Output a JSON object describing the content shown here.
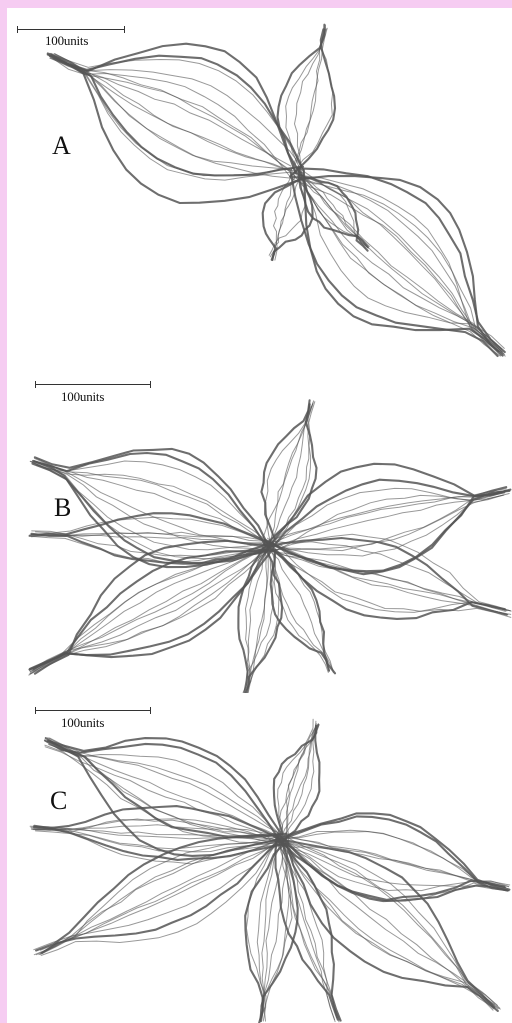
{
  "panels": [
    {
      "letter": "A",
      "scale_label": "100units"
    },
    {
      "letter": "B",
      "scale_label": "100units"
    },
    {
      "letter": "C",
      "scale_label": "100units"
    }
  ],
  "colors": {
    "background": "#f6ccf2",
    "figure": "#ffffff",
    "strokes": "#555555"
  }
}
